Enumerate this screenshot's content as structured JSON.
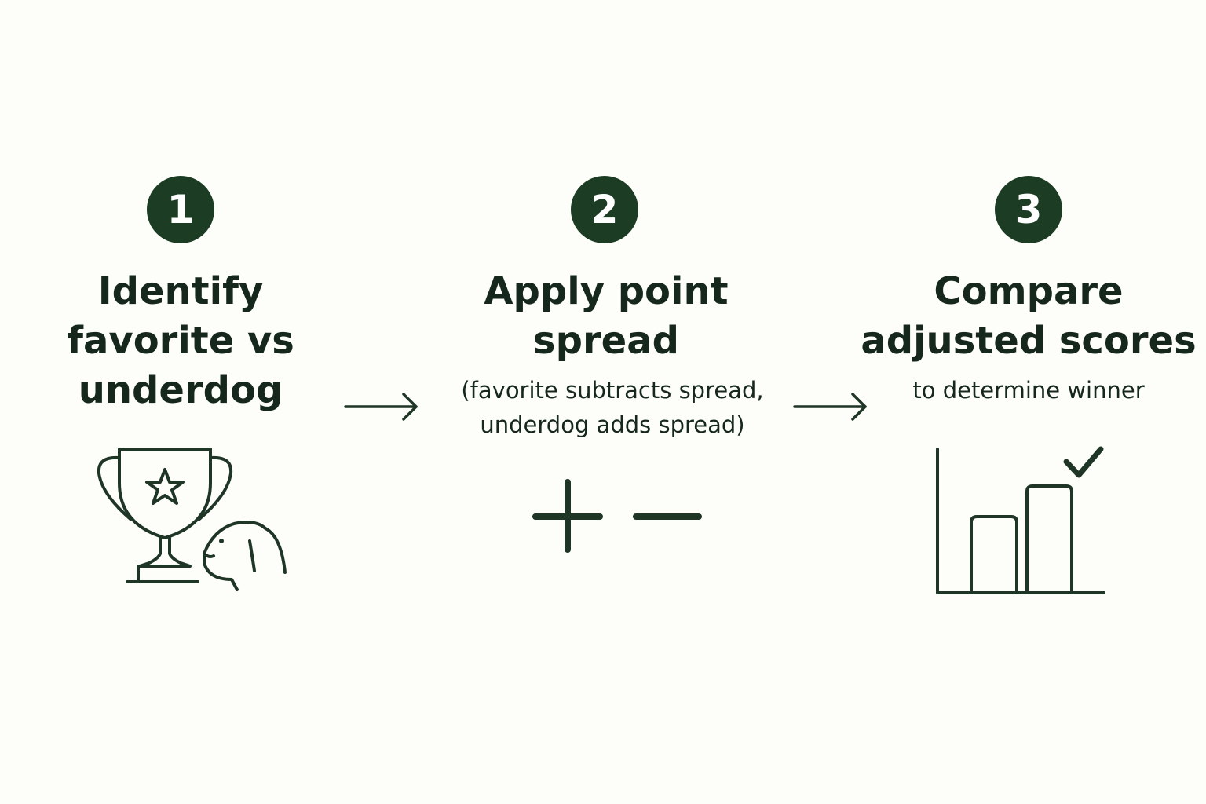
{
  "steps": [
    {
      "number": "1",
      "title_lines": [
        "Identify",
        "favorite vs",
        "underdog"
      ],
      "subtitle_lines": [],
      "icon": "trophy-and-dog-icon"
    },
    {
      "number": "2",
      "title_lines": [
        "Apply point",
        "spread"
      ],
      "subtitle_lines": [
        "(favorite subtracts spread,",
        "underdog adds spread)"
      ],
      "icon": "plus-minus-icon"
    },
    {
      "number": "3",
      "title_lines": [
        "Compare",
        "adjusted scores"
      ],
      "subtitle_lines": [
        "to determine winner"
      ],
      "icon": "bar-chart-check-icon"
    }
  ],
  "connectors": [
    "arrow-right-icon",
    "arrow-right-icon"
  ],
  "colors": {
    "background": "#fdfdfa",
    "badge_fill": "#1c3d24",
    "badge_text": "#ffffff",
    "text": "#16281c",
    "icon_stroke": "#1f3526"
  }
}
